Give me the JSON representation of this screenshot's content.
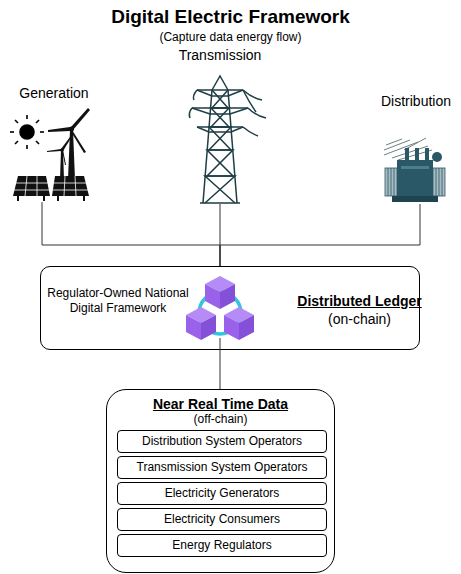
{
  "diagram": {
    "title": "Digital Electric Framework",
    "caption": "(Capture data energy flow)",
    "nodes": [
      {
        "text": [
          "Generation"
        ]
      },
      {
        "text": [
          "Transmission"
        ]
      },
      {
        "text": [
          "Distribution"
        ]
      },
      {
        "text": [
          "Regulator-Owned National Digital Framework",
          "Distributed Ledger",
          "(on-chain)"
        ]
      },
      {
        "text": [
          "Near Real Time Data",
          "(off-chain)"
        ]
      },
      {
        "text": [
          "Distribution System Operators"
        ],
        "in": 4
      },
      {
        "text": [
          "Transmission System Operators"
        ],
        "in": 4
      },
      {
        "text": [
          "Electricity Generators"
        ],
        "in": 4
      },
      {
        "text": [
          "Electricity Consumers"
        ],
        "in": 4
      },
      {
        "text": [
          "Energy Regulators"
        ],
        "in": 4
      }
    ],
    "edges": [
      {
        "from": 0,
        "to": 3,
        "arrow": "none"
      },
      {
        "from": 1,
        "to": 3,
        "arrow": "none"
      },
      {
        "from": 2,
        "to": 3,
        "arrow": "none"
      },
      {
        "from": 3,
        "to": 4,
        "arrow": "none"
      }
    ]
  }
}
